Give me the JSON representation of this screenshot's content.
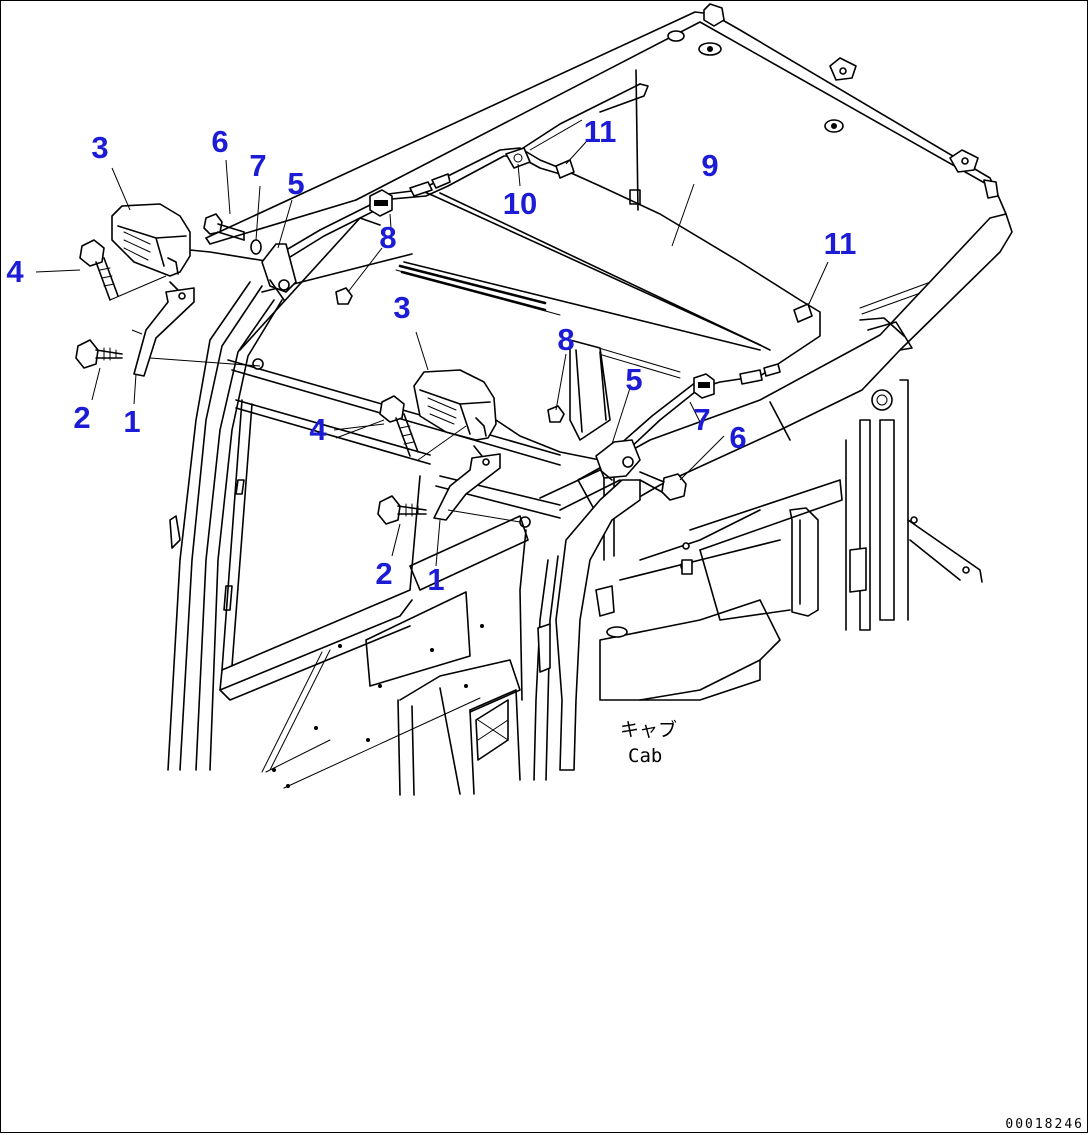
{
  "diagram": {
    "callouts": {
      "c1a": "1",
      "c1b": "1",
      "c2a": "2",
      "c2b": "2",
      "c3a": "3",
      "c3b": "3",
      "c4a": "4",
      "c4b": "4",
      "c5a": "5",
      "c5b": "5",
      "c6a": "6",
      "c6b": "6",
      "c7a": "7",
      "c7b": "7",
      "c8a": "8",
      "c8b": "8",
      "c9": "9",
      "c10": "10",
      "c11a": "11",
      "c11b": "11"
    },
    "cab_label_jp": "キャブ",
    "cab_label_en": "Cab",
    "drawing_number": "00018246",
    "callout_color": "#1c1cd6"
  }
}
